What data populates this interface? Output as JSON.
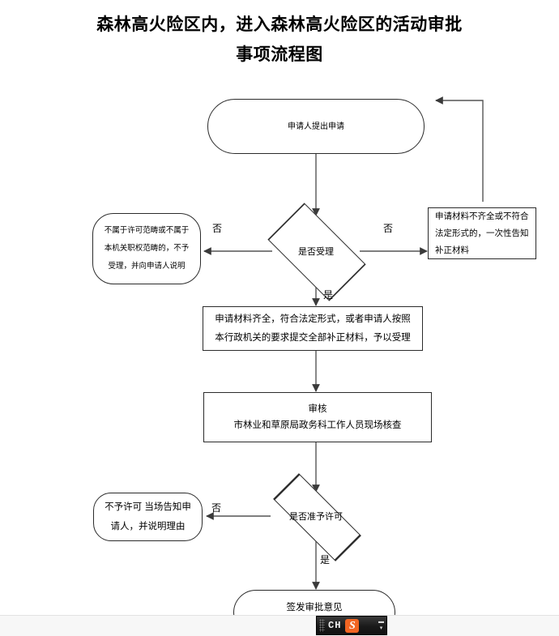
{
  "document": {
    "title_line1": "森林高火险区内，进入森林高火险区的活动审批",
    "title_line2": "事项流程图"
  },
  "flowchart": {
    "type": "process-flow",
    "nodes": [
      {
        "id": "start",
        "shape": "terminator",
        "label": "申请人提出申请"
      },
      {
        "id": "reject-scope",
        "shape": "rounded-box",
        "label": "不属于许可范畴或不属于本机关职权范畴的，不予受理，并向申请人说明"
      },
      {
        "id": "accept-decision",
        "shape": "diamond",
        "label": "是否受理"
      },
      {
        "id": "incomplete-materials",
        "shape": "rectangle",
        "label": "申请材料不齐全或不符合法定形式的，一次性告知补正材料"
      },
      {
        "id": "accepted",
        "shape": "rectangle",
        "label": "申请材料齐全，符合法定形式，或者申请人按照本行政机关的要求提交全部补正材料，予以受理"
      },
      {
        "id": "review",
        "shape": "rectangle",
        "label_line1": "审核",
        "label_line2": "市林业和草原局政务科工作人员现场核查"
      },
      {
        "id": "not-permitted",
        "shape": "rounded-box",
        "label": "不予许可 当场告知申请人，并说明理由"
      },
      {
        "id": "permit-decision",
        "shape": "diamond",
        "label": "是否准予许可"
      },
      {
        "id": "issue-opinion",
        "shape": "terminator",
        "label": "签发审批意见"
      }
    ],
    "edge_labels": {
      "accept_no_left": "否",
      "accept_no_right": "否",
      "accept_yes": "是",
      "permit_no": "否",
      "permit_yes": "是"
    },
    "colors": {
      "stroke": "#2b2b2b",
      "text": "#000000",
      "background": "#ffffff"
    }
  },
  "ime": {
    "language": "CH",
    "logo_letter": "S",
    "minimize": "▬",
    "expand": "▾"
  }
}
